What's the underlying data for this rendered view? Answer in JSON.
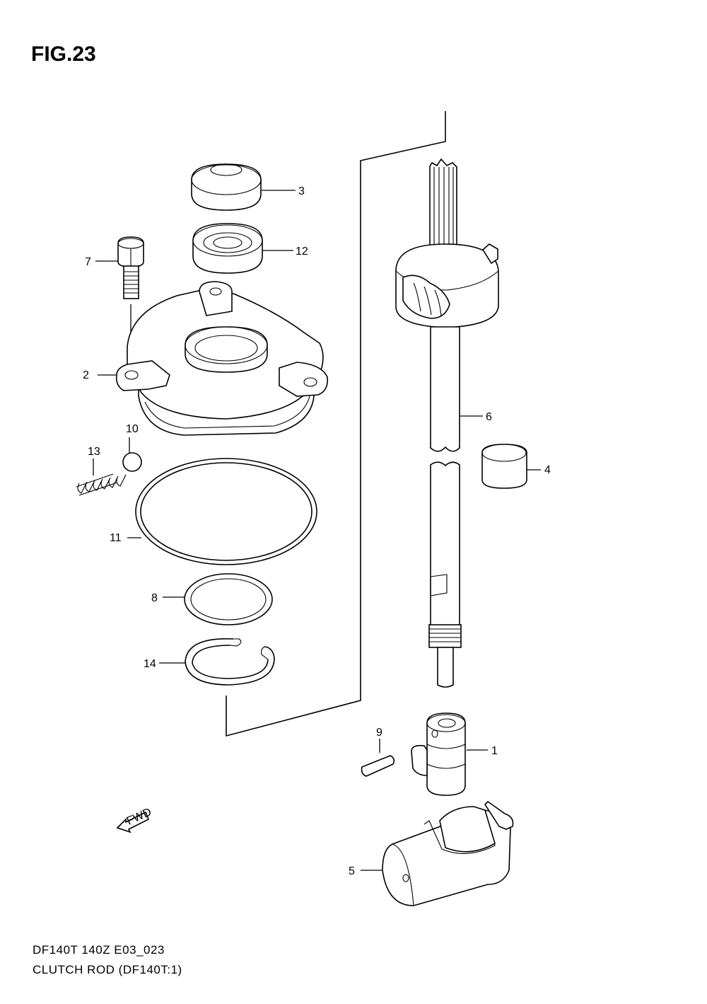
{
  "figure": {
    "title": "FIG.23",
    "code": "DF140T 140Z E03_023",
    "caption": "CLUTCH ROD (DF140T:1)"
  },
  "callouts": {
    "p1": "1",
    "p2": "2",
    "p3": "3",
    "p4": "4",
    "p5": "5",
    "p6": "6",
    "p7": "7",
    "p8": "8",
    "p9": "9",
    "p10": "10",
    "p11": "11",
    "p12": "12",
    "p13": "13",
    "p14": "14"
  },
  "fwd_label": "FWD"
}
